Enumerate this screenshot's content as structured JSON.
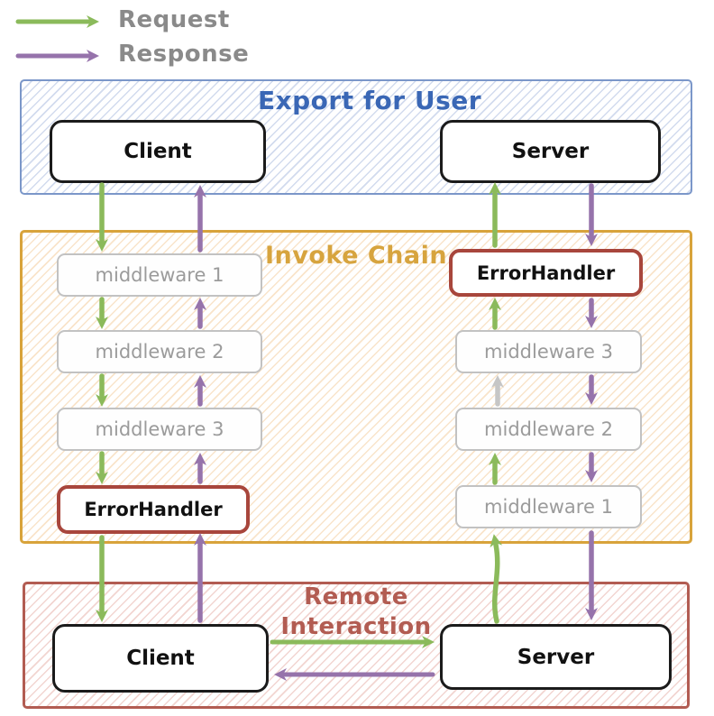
{
  "legend": {
    "request_label": "Request",
    "response_label": "Response"
  },
  "colors": {
    "request": "#8bba5b",
    "response": "#9673ab",
    "skip": "#c6c6c6",
    "export_accent": "#3a67b5",
    "export_border": "#7b97c9",
    "invoke_accent": "#d7a43e",
    "invoke_border": "#d8a33b",
    "remote_accent": "#b25c52",
    "error_border": "#a8463c",
    "node_border": "#1b1b1b",
    "middleware_border": "#c2c2c2",
    "middleware_text": "#9b9b9b",
    "legend_text": "#8a8a8a"
  },
  "export_group": {
    "title": "Export for User",
    "client": "Client",
    "server": "Server"
  },
  "invoke_group": {
    "title": "Invoke Chain",
    "left_chain": [
      {
        "label": "middleware 1",
        "type": "middleware"
      },
      {
        "label": "middleware 2",
        "type": "middleware"
      },
      {
        "label": "middleware 3",
        "type": "middleware"
      },
      {
        "label": "ErrorHandler",
        "type": "error-handler"
      }
    ],
    "right_chain": [
      {
        "label": "ErrorHandler",
        "type": "error-handler"
      },
      {
        "label": "middleware 3",
        "type": "middleware"
      },
      {
        "label": "middleware 2",
        "type": "middleware"
      },
      {
        "label": "middleware 1",
        "type": "middleware"
      }
    ]
  },
  "remote_group": {
    "title_line1": "Remote",
    "title_line2": "Interaction",
    "client": "Client",
    "server": "Server"
  }
}
